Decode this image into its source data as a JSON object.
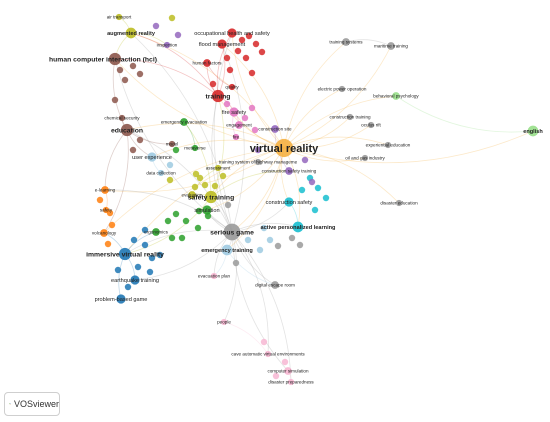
{
  "app": {
    "brand_label": "VOSviewer"
  },
  "clusters": {
    "red": "#d62728",
    "green": "#2ca02c",
    "blue": "#1f77b4",
    "yellow": "#bcbd22",
    "purple": "#9467bd",
    "cyan": "#17becf",
    "orange": "#ff7f0e",
    "brown": "#8c564b",
    "pink": "#e377c2",
    "lightorange": "#f5b041",
    "gray": "#9a9a9a",
    "lightgreen": "#98df8a",
    "lightblue": "#9ecae1",
    "lightpink": "#f7b6d2"
  },
  "nodes": [
    {
      "id": "virtual-reality",
      "label": "virtual reality",
      "cluster": "lightorange",
      "weight": 10
    },
    {
      "id": "serious-game",
      "label": "serious game",
      "cluster": "gray",
      "weight": 9
    },
    {
      "id": "safety-training",
      "label": "safety training",
      "cluster": "yellow",
      "weight": 6
    },
    {
      "id": "immersive-virtual-reality",
      "label": "immersive virtual reality",
      "cluster": "blue",
      "weight": 6
    },
    {
      "id": "emergency-training",
      "label": "emergency training",
      "cluster": "lightblue",
      "weight": 5
    },
    {
      "id": "training",
      "label": "training",
      "cluster": "red",
      "weight": 6
    },
    {
      "id": "augmented-reality",
      "label": "augmented reality",
      "cluster": "yellow",
      "weight": 5
    },
    {
      "id": "human-computer-interaction",
      "label": "human computer interaction (hci)",
      "cluster": "brown",
      "weight": 6
    },
    {
      "id": "education",
      "label": "education",
      "cluster": "brown",
      "weight": 6
    },
    {
      "id": "user-experience",
      "label": "user experience",
      "cluster": "lightblue",
      "weight": 4
    },
    {
      "id": "occupational-health",
      "label": "occupational health and safety",
      "cluster": "red",
      "weight": 4
    },
    {
      "id": "flood-management",
      "label": "flood management",
      "cluster": "red",
      "weight": 4
    },
    {
      "id": "human-factors",
      "label": "human factors",
      "cluster": "red",
      "weight": 3
    },
    {
      "id": "fire-safety",
      "label": "fire safety",
      "cluster": "pink",
      "weight": 4
    },
    {
      "id": "engagement",
      "label": "engagement",
      "cluster": "pink",
      "weight": 3
    },
    {
      "id": "emergency-evacuation",
      "label": "emergency evacuation",
      "cluster": "green",
      "weight": 3
    },
    {
      "id": "construction-site",
      "label": "construction site",
      "cluster": "purple",
      "weight": 3
    },
    {
      "id": "construction-safety-training",
      "label": "construction safety training",
      "cluster": "purple",
      "weight": 3
    },
    {
      "id": "construction-safety",
      "label": "construction safety",
      "cluster": "cyan",
      "weight": 4
    },
    {
      "id": "active-personalized-learning",
      "label": "active personalized learning",
      "cluster": "cyan",
      "weight": 5
    },
    {
      "id": "simulation",
      "label": "simulation",
      "cluster": "green",
      "weight": 4
    },
    {
      "id": "evaluation",
      "label": "evaluation",
      "cluster": "yellow",
      "weight": 3
    },
    {
      "id": "earthquake-training",
      "label": "earthquake training",
      "cluster": "blue",
      "weight": 4
    },
    {
      "id": "problem-based-game",
      "label": "problem-based game",
      "cluster": "blue",
      "weight": 4
    },
    {
      "id": "volcanology",
      "label": "volcanology",
      "cluster": "orange",
      "weight": 3
    },
    {
      "id": "e-learning",
      "label": "e-learning",
      "cluster": "orange",
      "weight": 3
    },
    {
      "id": "ergonomics",
      "label": "ergonomics",
      "cluster": "green",
      "weight": 3
    },
    {
      "id": "evacuation-plan",
      "label": "evacuation plan",
      "cluster": "lightpink",
      "weight": 2
    },
    {
      "id": "digital-escape-room",
      "label": "digital escape room",
      "cluster": "gray",
      "weight": 3
    },
    {
      "id": "cave-automatic",
      "label": "cave automatic virtual environments",
      "cluster": "lightpink",
      "weight": 2
    },
    {
      "id": "computer-simulation",
      "label": "computer simulation",
      "cluster": "lightpink",
      "weight": 3
    },
    {
      "id": "disaster-preparedness",
      "label": "disaster preparedness",
      "cluster": "lightpink",
      "weight": 2
    },
    {
      "id": "training-systems",
      "label": "training systems",
      "cluster": "gray",
      "weight": 3
    },
    {
      "id": "maritime-training",
      "label": "maritime training",
      "cluster": "gray",
      "weight": 3
    },
    {
      "id": "electric-power-operation",
      "label": "electric power operation",
      "cluster": "gray",
      "weight": 2
    },
    {
      "id": "behavioral-psychology",
      "label": "behavioral psychology",
      "cluster": "lightgreen",
      "weight": 3
    },
    {
      "id": "construction-training",
      "label": "construction training",
      "cluster": "gray",
      "weight": 2
    },
    {
      "id": "oculus-rift",
      "label": "oculus rift",
      "cluster": "gray",
      "weight": 2
    },
    {
      "id": "experiential-education",
      "label": "experiential education",
      "cluster": "gray",
      "weight": 2
    },
    {
      "id": "oil-and-gas-industry",
      "label": "oil and gas industry",
      "cluster": "gray",
      "weight": 2
    },
    {
      "id": "disaster-education",
      "label": "disaster education",
      "cluster": "gray",
      "weight": 2
    },
    {
      "id": "english",
      "label": "english",
      "cluster": "lightgreen",
      "weight": 5
    },
    {
      "id": "training-system-highway",
      "label": "training system of highway manageme",
      "cluster": "gray",
      "weight": 2
    },
    {
      "id": "metaverse",
      "label": "metaverse",
      "cluster": "green",
      "weight": 2
    },
    {
      "id": "assessment",
      "label": "assessment",
      "cluster": "yellow",
      "weight": 2
    },
    {
      "id": "data-collection",
      "label": "data collection",
      "cluster": "lightblue",
      "weight": 2
    },
    {
      "id": "chemical-security",
      "label": "chemical security",
      "cluster": "brown",
      "weight": 2
    },
    {
      "id": "air-transport",
      "label": "air transport",
      "cluster": "yellow",
      "weight": 2
    },
    {
      "id": "inspection",
      "label": "inspection",
      "cluster": "purple",
      "weight": 2
    },
    {
      "id": "quality",
      "label": "quality",
      "cluster": "red",
      "weight": 2
    },
    {
      "id": "fire",
      "label": "fire",
      "cluster": "pink",
      "weight": 2
    },
    {
      "id": "safety",
      "label": "safety",
      "cluster": "orange",
      "weight": 2
    },
    {
      "id": "model",
      "label": "model",
      "cluster": "brown",
      "weight": 2
    },
    {
      "id": "people",
      "label": "people",
      "cluster": "lightpink",
      "weight": 2
    }
  ],
  "edges": [
    [
      "virtual-reality",
      "serious-game"
    ],
    [
      "virtual-reality",
      "safety-training"
    ],
    [
      "virtual-reality",
      "training"
    ],
    [
      "virtual-reality",
      "english"
    ],
    [
      "virtual-reality",
      "behavioral-psychology"
    ],
    [
      "virtual-reality",
      "construction-safety"
    ],
    [
      "virtual-reality",
      "active-personalized-learning"
    ],
    [
      "virtual-reality",
      "education"
    ],
    [
      "virtual-reality",
      "human-computer-interaction"
    ],
    [
      "virtual-reality",
      "augmented-reality"
    ],
    [
      "virtual-reality",
      "occupational-health"
    ],
    [
      "virtual-reality",
      "flood-management"
    ],
    [
      "virtual-reality",
      "emergency-training"
    ],
    [
      "virtual-reality",
      "immersive-virtual-reality"
    ],
    [
      "virtual-reality",
      "training-systems"
    ],
    [
      "virtual-reality",
      "maritime-training"
    ],
    [
      "virtual-reality",
      "electric-power-operation"
    ],
    [
      "virtual-reality",
      "oculus-rift"
    ],
    [
      "virtual-reality",
      "experiential-education"
    ],
    [
      "virtual-reality",
      "oil-and-gas-industry"
    ],
    [
      "virtual-reality",
      "disaster-education"
    ],
    [
      "virtual-reality",
      "construction-training"
    ],
    [
      "virtual-reality",
      "fire-safety"
    ],
    [
      "virtual-reality",
      "user-experience"
    ],
    [
      "virtual-reality",
      "e-learning"
    ],
    [
      "virtual-reality",
      "volcanology"
    ],
    [
      "virtual-reality",
      "simulation"
    ],
    [
      "serious-game",
      "safety-training"
    ],
    [
      "serious-game",
      "training"
    ],
    [
      "serious-game",
      "immersive-virtual-reality"
    ],
    [
      "serious-game",
      "emergency-training"
    ],
    [
      "serious-game",
      "education"
    ],
    [
      "serious-game",
      "human-computer-interaction"
    ],
    [
      "serious-game",
      "digital-escape-room"
    ],
    [
      "serious-game",
      "cave-automatic"
    ],
    [
      "serious-game",
      "computer-simulation"
    ],
    [
      "serious-game",
      "disaster-preparedness"
    ],
    [
      "serious-game",
      "construction-safety"
    ],
    [
      "serious-game",
      "active-personalized-learning"
    ],
    [
      "serious-game",
      "flood-management"
    ],
    [
      "serious-game",
      "occupational-health"
    ],
    [
      "serious-game",
      "augmented-reality"
    ],
    [
      "serious-game",
      "earthquake-training"
    ],
    [
      "serious-game",
      "evacuation-plan"
    ],
    [
      "serious-game",
      "people"
    ],
    [
      "serious-game",
      "e-learning"
    ],
    [
      "serious-game",
      "simulation"
    ],
    [
      "safety-training",
      "training"
    ],
    [
      "safety-training",
      "immersive-virtual-reality"
    ],
    [
      "safety-training",
      "emergency-evacuation"
    ],
    [
      "safety-training",
      "construction-safety-training"
    ],
    [
      "safety-training",
      "evaluation"
    ],
    [
      "training",
      "occupational-health"
    ],
    [
      "training",
      "flood-management"
    ],
    [
      "training",
      "human-factors"
    ],
    [
      "training",
      "augmented-reality"
    ],
    [
      "training",
      "fire-safety"
    ],
    [
      "training",
      "human-computer-interaction"
    ],
    [
      "education",
      "human-computer-interaction"
    ],
    [
      "education",
      "e-learning"
    ],
    [
      "education",
      "volcanology"
    ],
    [
      "education",
      "user-experience"
    ],
    [
      "education",
      "chemical-security"
    ],
    [
      "augmented-reality",
      "air-transport"
    ],
    [
      "augmented-reality",
      "inspection"
    ],
    [
      "augmented-reality",
      "human-computer-interaction"
    ],
    [
      "immersive-virtual-reality",
      "earthquake-training"
    ],
    [
      "immersive-virtual-reality",
      "problem-based-game"
    ],
    [
      "immersive-virtual-reality",
      "ergonomics"
    ],
    [
      "immersive-virtual-reality",
      "volcanology"
    ],
    [
      "emergency-training",
      "evacuation-plan"
    ],
    [
      "emergency-training",
      "digital-escape-room"
    ],
    [
      "construction-safety",
      "active-personalized-learning"
    ],
    [
      "construction-site",
      "construction-safety-training"
    ],
    [
      "computer-simulation",
      "disaster-preparedness"
    ],
    [
      "cave-automatic",
      "people"
    ],
    [
      "fire-safety",
      "engagement"
    ],
    [
      "fire-safety",
      "fire"
    ],
    [
      "emergency-evacuation",
      "metaverse"
    ],
    [
      "user-experience",
      "data-collection"
    ],
    [
      "evaluation",
      "assessment"
    ],
    [
      "human-factors",
      "quality"
    ],
    [
      "training-systems",
      "maritime-training"
    ],
    [
      "behavioral-psychology",
      "english"
    ],
    [
      "e-learning",
      "safety"
    ],
    [
      "education",
      "model"
    ]
  ]
}
